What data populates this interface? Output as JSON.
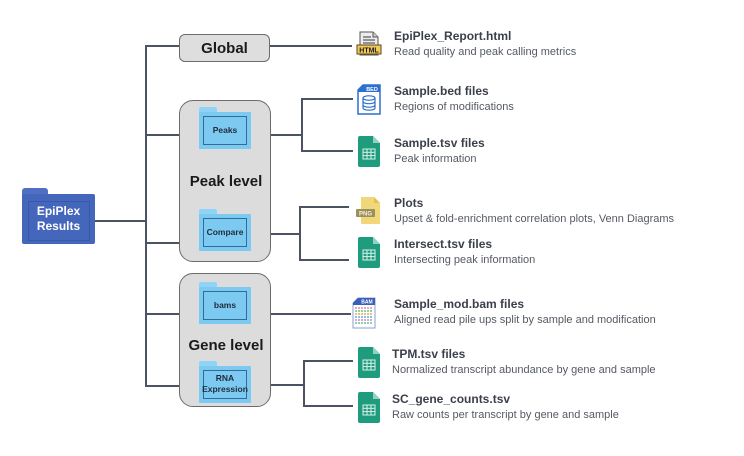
{
  "root": {
    "label_line1": "EpiPlex",
    "label_line2": "Results",
    "icon": "folder-icon",
    "color": "#4466bb"
  },
  "global": {
    "label": "Global"
  },
  "groups": {
    "peak_level": {
      "label": "Peak level",
      "folders": [
        {
          "label": "Peaks"
        },
        {
          "label": "Compare"
        }
      ]
    },
    "gene_level": {
      "label": "Gene level",
      "folders": [
        {
          "label": "bams"
        },
        {
          "label_line1": "RNA",
          "label_line2": "Expression"
        }
      ]
    }
  },
  "files": [
    {
      "title": "EpiPlex_Report.html",
      "description": "Read quality and peak calling metrics",
      "icon": "html-file-icon",
      "badge": "HTML",
      "parent": "Global"
    },
    {
      "title": "Sample.bed files",
      "description": "Regions of modifications",
      "icon": "bed-file-icon",
      "badge": "BED",
      "parent": "Peaks"
    },
    {
      "title": "Sample.tsv files",
      "description": "Peak information",
      "icon": "spreadsheet-file-icon",
      "parent": "Peaks"
    },
    {
      "title": "Plots",
      "description": "Upset & fold-enrichment correlation plots, Venn Diagrams",
      "icon": "png-file-icon",
      "badge": "PNG",
      "parent": "Compare"
    },
    {
      "title": "Intersect.tsv files",
      "description": "Intersecting peak information",
      "icon": "spreadsheet-file-icon",
      "parent": "Compare"
    },
    {
      "title": "Sample_mod.bam files",
      "description": "Aligned read pile ups split by sample and modification",
      "icon": "bam-file-icon",
      "badge": "BAM",
      "parent": "bams"
    },
    {
      "title": "TPM.tsv files",
      "description": "Normalized transcript abundance by gene and sample",
      "icon": "spreadsheet-file-icon",
      "parent": "RNA Expression"
    },
    {
      "title": "SC_gene_counts.tsv",
      "description": "Raw counts per transcript by gene and sample",
      "icon": "spreadsheet-file-icon",
      "parent": "RNA Expression"
    }
  ],
  "colors": {
    "connector": "#4a5263",
    "root_folder": "#4466bb",
    "sub_folder": "#7ccaf2",
    "group_bg": "#dcdcdc",
    "spreadsheet_icon": "#1f9c7e",
    "png_icon": "#f1d77a",
    "html_badge": "#f3c85a",
    "bed_icon": "#2f6fd0"
  }
}
